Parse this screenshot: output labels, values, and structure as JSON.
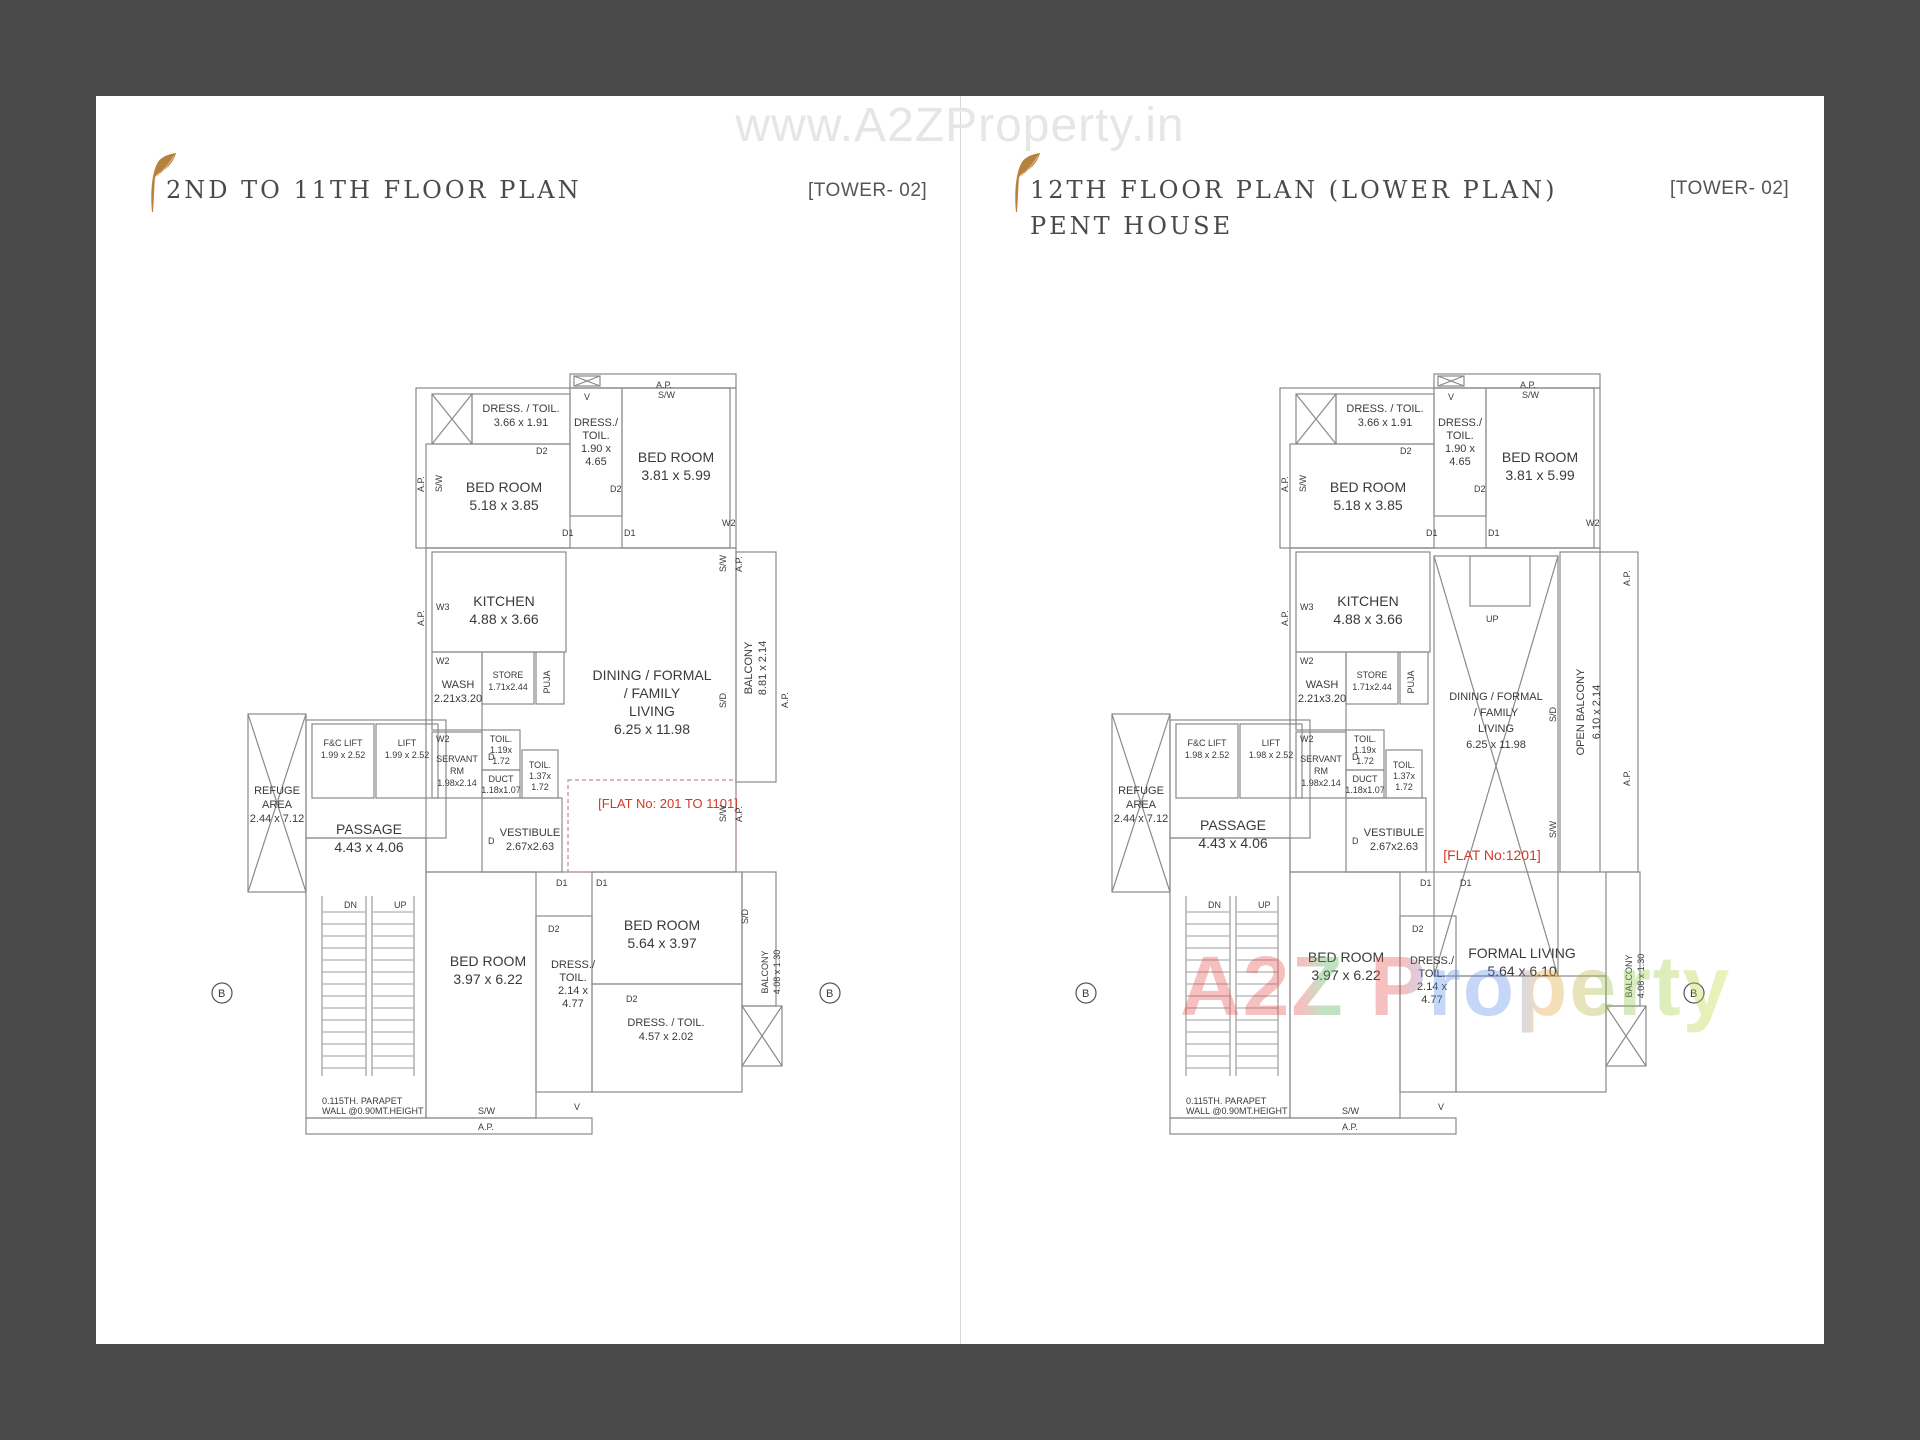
{
  "watermark": "www.A2ZProperty.in",
  "brand_watermark": "A2Z Property",
  "colors": {
    "background": "#4a4a4a",
    "paper": "#ffffff",
    "flat_label": "#d03a2a",
    "leaf_gold": "#b8803f"
  },
  "left_page": {
    "title_line1": "2ND TO 11TH FLOOR PLAN",
    "tower": "[TOWER- 02]",
    "flat_label": "[FLAT No: 201 TO 1101]",
    "rooms": {
      "dress_toil_top": {
        "name": "DRESS. / TOIL.",
        "size": "3.66 x 1.91"
      },
      "dress_toil_mid": {
        "l1": "DRESS./",
        "l2": "TOIL.",
        "l3": "1.90 x",
        "l4": "4.65"
      },
      "bed_room_1": {
        "name": "BED ROOM",
        "size": "5.18 x 3.85"
      },
      "bed_room_2": {
        "name": "BED ROOM",
        "size": "3.81 x 5.99"
      },
      "kitchen": {
        "name": "KITCHEN",
        "size": "4.88 x 3.66"
      },
      "wash": {
        "name": "WASH",
        "size": "2.21x3.20"
      },
      "store": {
        "name": "STORE",
        "size": "1.71x2.44"
      },
      "puja": "PUJA",
      "dining": {
        "l1": "DINING / FORMAL",
        "l2": "/ FAMILY",
        "l3": "LIVING",
        "size": "6.25 x 11.98"
      },
      "balcony_side": {
        "name": "BALCONY",
        "size": "8.81 x 2.14"
      },
      "fc_lift": {
        "name": "F&C LIFT",
        "size": "1.99 x 2.52"
      },
      "lift": {
        "name": "LIFT",
        "size": "1.99 x 2.52"
      },
      "servant": {
        "l1": "SERVANT",
        "l2": "RM",
        "size": "1.98x2.14"
      },
      "toil_a": {
        "l1": "TOIL.",
        "l2": "1.19x",
        "l3": "1.72"
      },
      "toil_b": {
        "l1": "TOIL.",
        "l2": "1.37x",
        "l3": "1.72"
      },
      "duct": {
        "name": "DUCT",
        "size": "1.18x1.07"
      },
      "refuge": {
        "l1": "REFUGE",
        "l2": "AREA",
        "size": "2.44 x 7.12"
      },
      "passage": {
        "name": "PASSAGE",
        "size": "4.43 x 4.06"
      },
      "vestibule": {
        "name": "VESTIBULE",
        "size": "2.67x2.63"
      },
      "bed_room_3": {
        "name": "BED ROOM",
        "size": "3.97 x 6.22"
      },
      "dress_toil_low": {
        "l1": "DRESS./",
        "l2": "TOIL.",
        "l3": "2.14 x",
        "l4": "4.77"
      },
      "bed_room_4": {
        "name": "BED ROOM",
        "size": "5.64 x 3.97"
      },
      "dress_toil_bottom": {
        "name": "DRESS. / TOIL.",
        "size": "4.57 x 2.02"
      },
      "balcony_small": {
        "name": "BALCONY",
        "size": "4.08 x 1.30"
      },
      "parapet": {
        "l1": "0.115TH. PARAPET",
        "l2": "WALL @0.90MT.HEIGHT"
      }
    }
  },
  "right_page": {
    "title_line1": "12TH FLOOR PLAN (LOWER PLAN)",
    "title_line2": "PENT HOUSE",
    "tower": "[TOWER- 02]",
    "flat_label": "[FLAT No:1201]",
    "rooms": {
      "dress_toil_top": {
        "name": "DRESS. / TOIL.",
        "size": "3.66 x 1.91"
      },
      "dress_toil_mid": {
        "l1": "DRESS./",
        "l2": "TOIL.",
        "l3": "1.90 x",
        "l4": "4.65"
      },
      "bed_room_1": {
        "name": "BED ROOM",
        "size": "5.18 x 3.85"
      },
      "bed_room_2": {
        "name": "BED ROOM",
        "size": "3.81 x 5.99"
      },
      "kitchen": {
        "name": "KITCHEN",
        "size": "4.88 x 3.66"
      },
      "wash": {
        "name": "WASH",
        "size": "2.21x3.20"
      },
      "store": {
        "name": "STORE",
        "size": "1.71x2.44"
      },
      "puja": "PUJA",
      "dining": {
        "l1": "DINING / FORMAL",
        "l2": "/ FAMILY",
        "l3": "LIVING",
        "size": "6.25 x 11.98"
      },
      "open_balcony": {
        "name": "OPEN BALCONY",
        "size": "6.10 x 2.14"
      },
      "fc_lift": {
        "name": "F&C LIFT",
        "size": "1.98 x 2.52"
      },
      "lift": {
        "name": "LIFT",
        "size": "1.98 x 2.52"
      },
      "servant": {
        "l1": "SERVANT",
        "l2": "RM",
        "size": "1.98x2.14"
      },
      "toil_a": {
        "l1": "TOIL.",
        "l2": "1.19x",
        "l3": "1.72"
      },
      "toil_b": {
        "l1": "TOIL.",
        "l2": "1.37x",
        "l3": "1.72"
      },
      "duct": {
        "name": "DUCT",
        "size": "1.18x1.07"
      },
      "refuge": {
        "l1": "REFUGE",
        "l2": "AREA",
        "size": "2.44 x 7.12"
      },
      "passage": {
        "name": "PASSAGE",
        "size": "4.43 x 4.06"
      },
      "vestibule": {
        "name": "VESTIBULE",
        "size": "2.67x2.63"
      },
      "bed_room_3": {
        "name": "BED ROOM",
        "size": "3.97 x 6.22"
      },
      "dress_toil_low": {
        "l1": "DRESS./",
        "l2": "TOIL.",
        "l3": "2.14 x",
        "l4": "4.77"
      },
      "formal_living": {
        "name": "FORMAL LIVING",
        "size": "5.64 x 6.10"
      },
      "balcony_small": {
        "name": "BALCONY",
        "size": "4.08 x 1.30"
      },
      "parapet": {
        "l1": "0.115TH. PARAPET",
        "l2": "WALL @0.90MT.HEIGHT"
      }
    }
  },
  "labels": {
    "ap": "A.P.",
    "sw": "S/W",
    "sd": "S/D",
    "v": "V",
    "d1": "D1",
    "d2": "D2",
    "d": "D",
    "w2": "W2",
    "w3": "W3",
    "dn": "DN",
    "up": "UP",
    "b": "B"
  }
}
